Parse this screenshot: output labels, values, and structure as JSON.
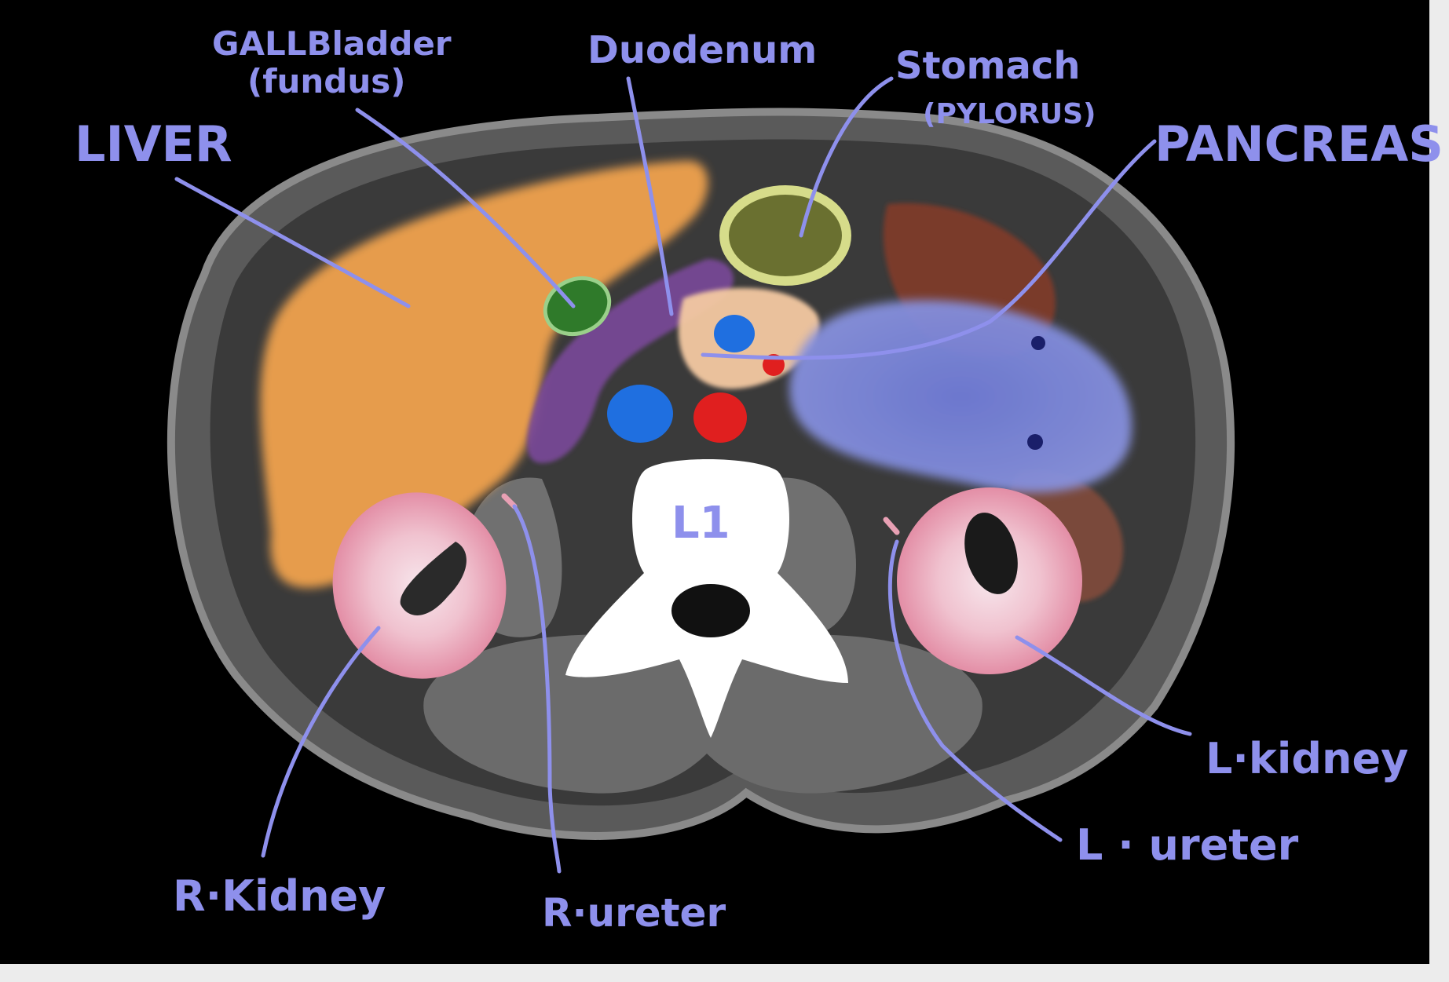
{
  "colors": {
    "annotation": "#8e90ec",
    "background": "#000000",
    "liver": "#f0a24e",
    "gallbladder": "#2f7a2a",
    "duodenum": "#7a4a9a",
    "stomach": "#c8d27a",
    "pancreas": "#7d86d8",
    "kidney": "#e8a0b4",
    "vein": "#1f6fe0",
    "artery": "#e01f1f",
    "vertebra": "#ffffff"
  },
  "labels": {
    "liver": "LIVER",
    "gallbladder_line1": "GALLBladder",
    "gallbladder_line2": "(fundus)",
    "duodenum": "Duodenum",
    "stomach_line1": "Stomach",
    "stomach_line2": "(PYLORUS)",
    "pancreas": "PANCREAS",
    "vertebra": "L1",
    "l_kidney": "L·kidney",
    "l_ureter": "L · ureter",
    "r_kidney": "R·Kidney",
    "r_ureter": "R·ureter"
  }
}
